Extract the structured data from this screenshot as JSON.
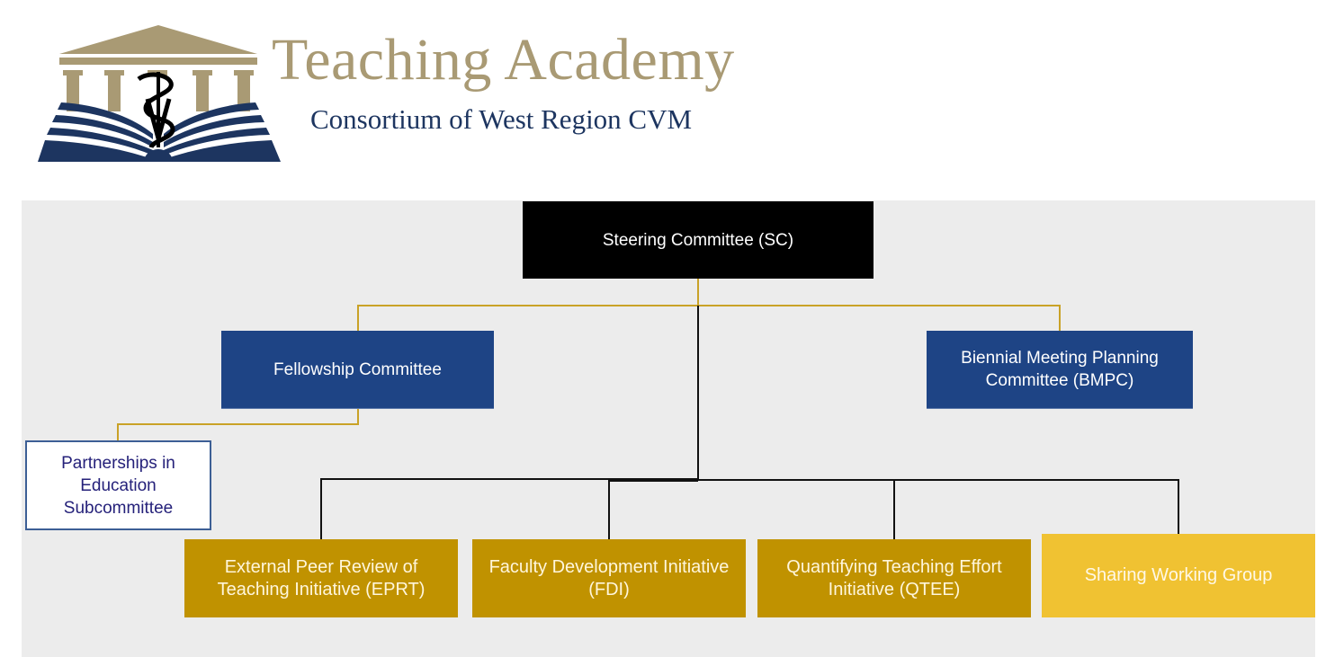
{
  "header": {
    "logo": "teaching-academy-logo",
    "title": "Teaching Academy",
    "subtitle": "Consortium of West Region CVM"
  },
  "colors": {
    "title_gold": "#a99a74",
    "subtitle_navy": "#1d3560",
    "panel_bg": "#ececec",
    "steering_bg": "#000000",
    "committee_navy": "#1e4485",
    "initiative_gold": "#c09200",
    "working_group_yellow": "#f0c232",
    "gold_connector": "#c9a227",
    "black_connector": "#000000"
  },
  "chart": {
    "root": {
      "id": "sc",
      "label": "Steering Committee (SC)"
    },
    "committees": [
      {
        "id": "fc",
        "label": "Fellowship Committee",
        "parent": "sc"
      },
      {
        "id": "bmpc",
        "label": "Biennial Meeting Planning Committee (BMPC)",
        "parent": "sc"
      }
    ],
    "subcommittees": [
      {
        "id": "pes",
        "label": "Partnerships in Education Subcommittee",
        "parent": "fc"
      }
    ],
    "initiatives": [
      {
        "id": "eprt",
        "label": "External Peer Review of Teaching Initiative (EPRT)",
        "parent": "sc"
      },
      {
        "id": "fdi",
        "label": "Faculty Development Initiative (FDI)",
        "parent": "sc"
      },
      {
        "id": "qtee",
        "label": "Quantifying Teaching Effort Initiative (QTEE)",
        "parent": "sc"
      },
      {
        "id": "swg",
        "label": "Sharing Working Group",
        "parent": "sc"
      }
    ]
  }
}
